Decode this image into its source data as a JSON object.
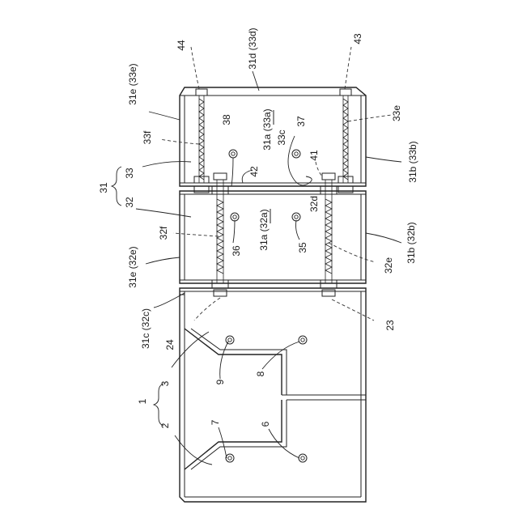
{
  "labels": {
    "l44": "44",
    "l31d": "31d (33d)",
    "l43": "43",
    "l31e33e": "31e (33e)",
    "l38": "38",
    "l37": "37",
    "l33e": "33e",
    "l33f": "33f",
    "l31a33a": "31a (33a)",
    "l33c": "33c",
    "l31b33b": "31b (33b)",
    "l33": "33",
    "l41": "41",
    "l42": "42",
    "l31": "31",
    "l32": "32",
    "l32d": "32d",
    "l32f": "32f",
    "l36": "36",
    "l31a32a": "31a (32a)",
    "l35": "35",
    "l31b32b": "31b (32b)",
    "l31e32e": "31e (32e)",
    "l32e": "32e",
    "l31c32c": "31c (32c)",
    "l23": "23",
    "l24": "24",
    "l3": "3",
    "l9": "9",
    "l8": "8",
    "l1": "1",
    "l7": "7",
    "l2": "2",
    "l6": "6"
  }
}
